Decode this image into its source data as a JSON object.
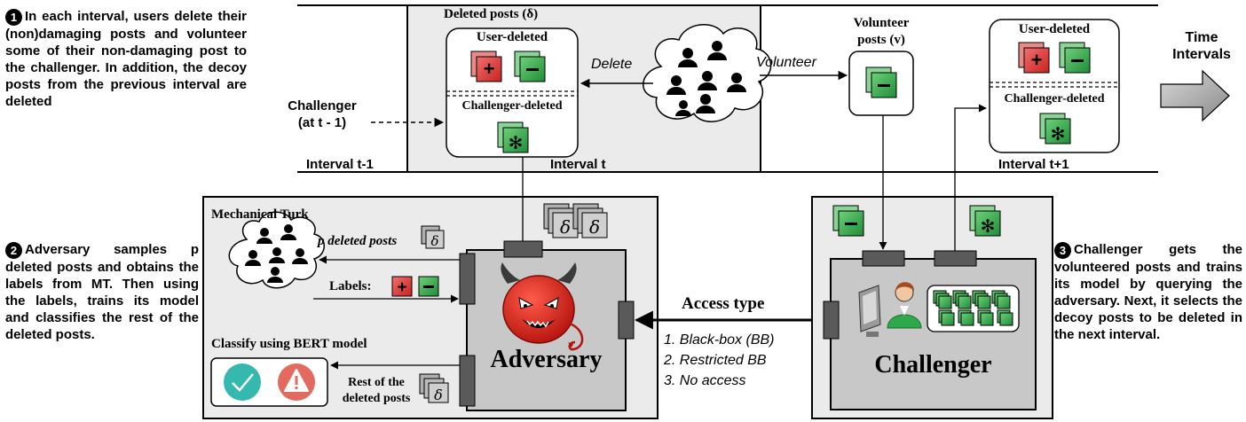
{
  "timeline": {
    "interval_prev": "Interval t-1",
    "interval_cur": "Interval t",
    "interval_next": "Interval t+1",
    "time_intervals": "Time Intervals"
  },
  "deleted_posts": {
    "title": "Deleted posts (δ)",
    "user_deleted": "User-deleted",
    "challenger_deleted": "Challenger-deleted"
  },
  "volunteer_posts": {
    "title": "Volunteer posts (v)"
  },
  "cloud_arrows": {
    "delete": "Delete",
    "volunteer": "Volunteer"
  },
  "challenger_prev": {
    "label": "Challenger (at t - 1)"
  },
  "next_interval_box": {
    "user_deleted": "User-deleted",
    "challenger_deleted": "Challenger-deleted"
  },
  "step1": {
    "number": "1",
    "text": "In each interval, users delete their (non)damaging posts and volunteer some of their non-damaging post to the challenger. In addition, the decoy posts from the previous interval are deleted"
  },
  "step2": {
    "number": "2",
    "text": "Adversary samples p deleted posts and obtains the labels from MT. Then using the labels, trains its model and classifies the rest of the deleted posts."
  },
  "step3": {
    "number": "3",
    "text": "Challenger gets the volunteered posts and trains its model by querying the adversary. Next, it selects the decoy posts to be deleted in the next interval."
  },
  "mturk": {
    "title": "Mechanical Turk",
    "p_deleted": "p deleted posts",
    "labels": "Labels:",
    "classify": "Classify using BERT model",
    "rest": "Rest of the deleted posts"
  },
  "adversary": {
    "label": "Adversary"
  },
  "challenger": {
    "label": "Challenger"
  },
  "access": {
    "title": "Access type",
    "options": [
      "1. Black-box (BB)",
      "2. Restricted BB",
      "3. No access"
    ]
  },
  "colors": {
    "red": "#e0413c",
    "green": "#2ea84a",
    "panel": "#ebebeb",
    "gray": "#c8c8c8"
  }
}
